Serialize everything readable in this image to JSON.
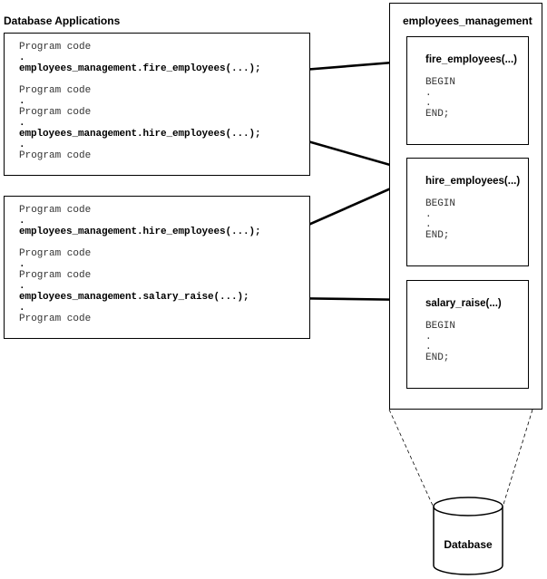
{
  "app_title": "Database Applications",
  "package_title": "employees_management",
  "database_label": "Database",
  "app_blocks": [
    {
      "lines": [
        {
          "text": "Program code",
          "kind": "code"
        },
        {
          "text": ".",
          "kind": "dot"
        },
        {
          "text": "employees_management.fire_employees(...);",
          "kind": "call"
        },
        {
          "text": "Program code",
          "kind": "code"
        },
        {
          "text": ".",
          "kind": "dot"
        },
        {
          "text": "Program code",
          "kind": "code"
        },
        {
          "text": ".",
          "kind": "dot"
        },
        {
          "text": "employees_management.hire_employees(...);",
          "kind": "call"
        },
        {
          "text": ".",
          "kind": "dot"
        },
        {
          "text": "Program code",
          "kind": "code"
        }
      ]
    },
    {
      "lines": [
        {
          "text": "Program code",
          "kind": "code"
        },
        {
          "text": ".",
          "kind": "dot"
        },
        {
          "text": "employees_management.hire_employees(...);",
          "kind": "call"
        },
        {
          "text": "Program code",
          "kind": "code"
        },
        {
          "text": ".",
          "kind": "dot"
        },
        {
          "text": "Program code",
          "kind": "code"
        },
        {
          "text": ".",
          "kind": "dot"
        },
        {
          "text": "employees_management.salary_raise(...);",
          "kind": "call"
        },
        {
          "text": ".",
          "kind": "dot"
        },
        {
          "text": "Program code",
          "kind": "code"
        }
      ]
    }
  ],
  "procedures": [
    {
      "name": "fire_employees(...)",
      "body": [
        "BEGIN",
        ".",
        ".",
        "END;"
      ]
    },
    {
      "name": "hire_employees(...)",
      "body": [
        "BEGIN",
        ".",
        ".",
        "END;"
      ]
    },
    {
      "name": "salary_raise(...)",
      "body": [
        "BEGIN",
        ".",
        ".",
        "END;"
      ]
    }
  ]
}
